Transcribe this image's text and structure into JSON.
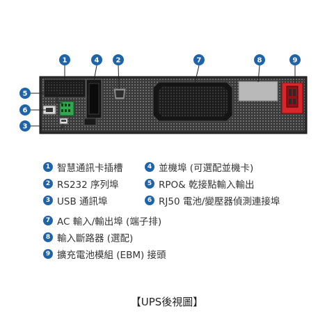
{
  "callout_color": "#1f63a8",
  "callouts": {
    "c1": "1",
    "c4": "4",
    "c2": "2",
    "c7": "7",
    "c8": "8",
    "c9": "9",
    "c5": "5",
    "c6": "6",
    "c3": "3"
  },
  "legend": [
    {
      "num": "1",
      "text": "智慧通訊卡插槽"
    },
    {
      "num": "4",
      "text": "並機埠 (可選配並機卡)"
    },
    {
      "num": "2",
      "text": "RS232 序列埠"
    },
    {
      "num": "5",
      "text": "RPO& 乾接點輸入輸出"
    },
    {
      "num": "3",
      "text": "USB 通訊埠"
    },
    {
      "num": "6",
      "text": "RJ50 電池/變壓器偵測連接埠"
    },
    {
      "num": "7",
      "text": "AC 輸入/輸出埠 (端子排)"
    },
    {
      "num": "8",
      "text": "輸入斷路器 (選配)"
    },
    {
      "num": "9",
      "text": "擴充電池模組 (EBM) 接頭"
    }
  ],
  "caption": "【UPS後視圖】"
}
